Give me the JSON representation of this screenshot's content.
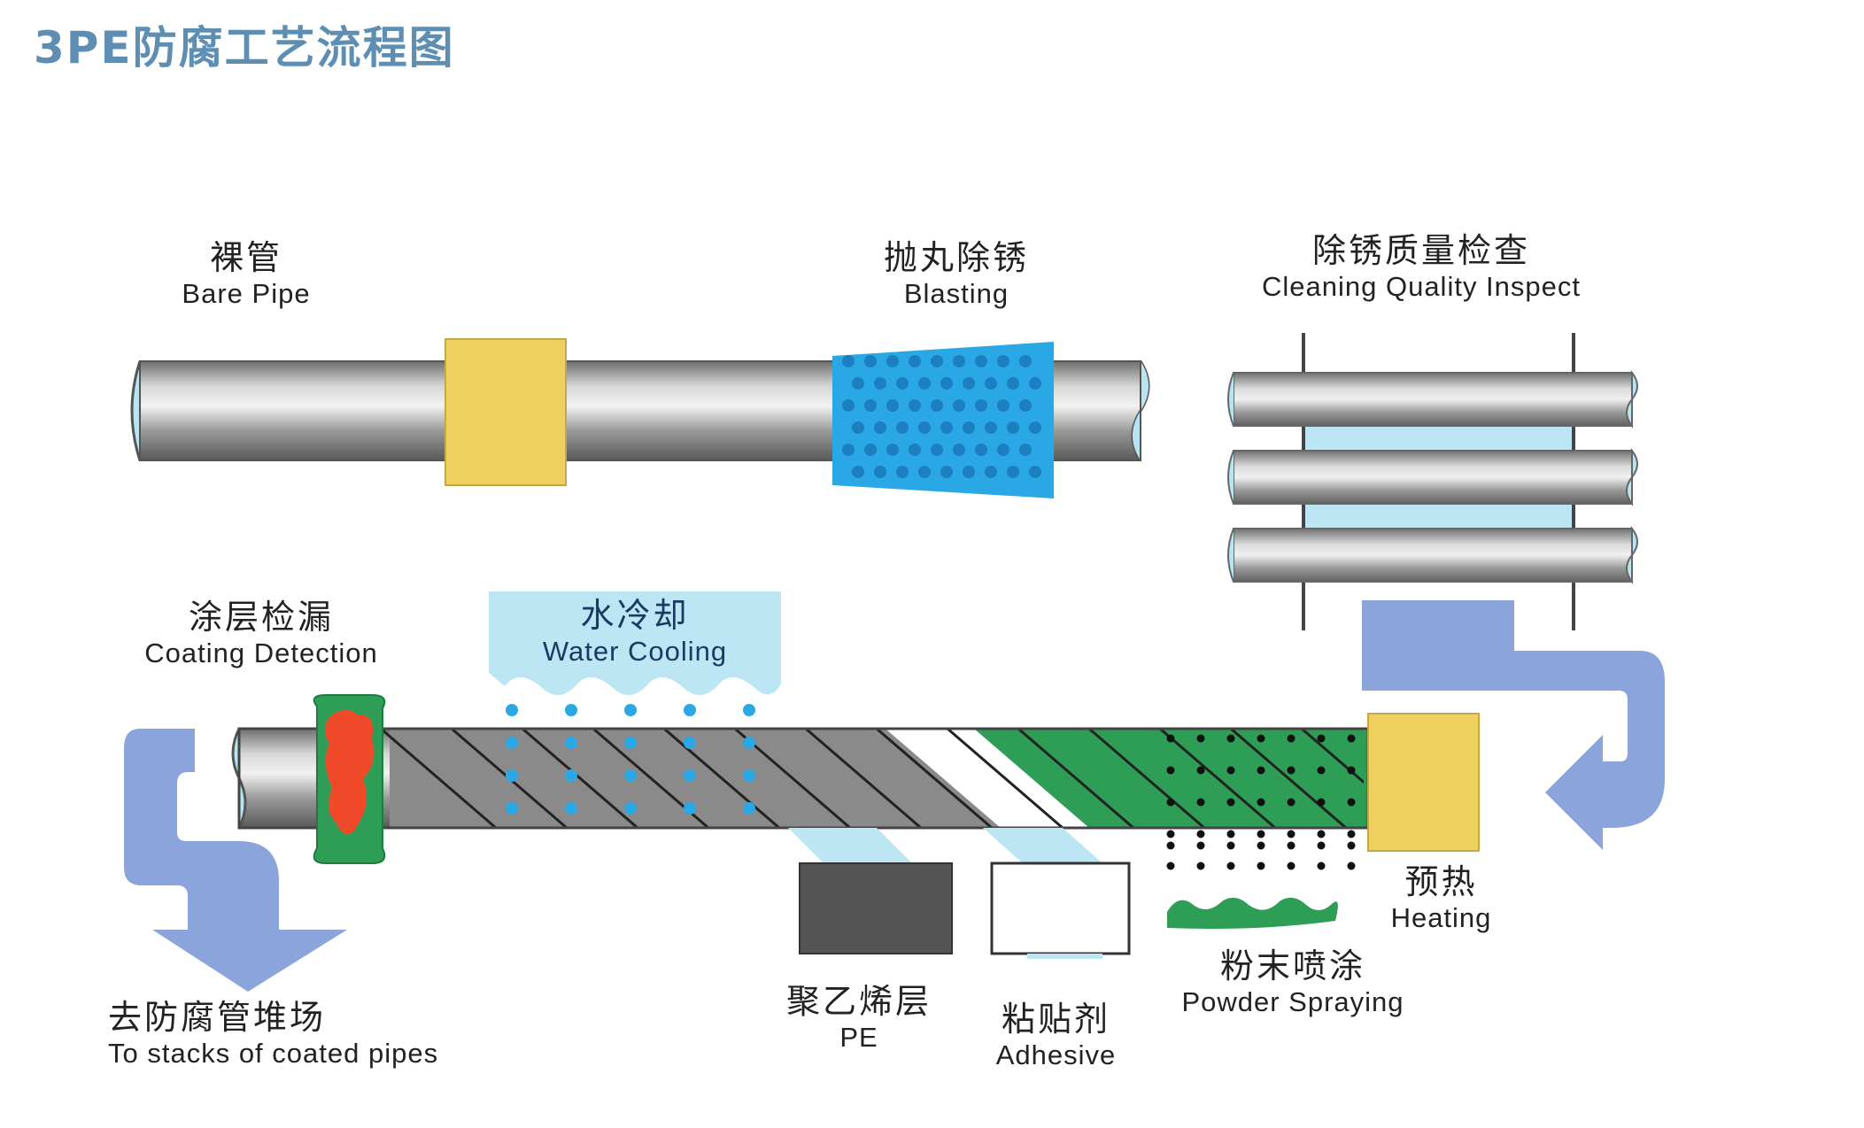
{
  "title": "3PE防腐工艺流程图",
  "steps": {
    "bare_pipe": {
      "zh": "裸管",
      "en": "Bare Pipe"
    },
    "blasting": {
      "zh": "抛丸除锈",
      "en": "Blasting"
    },
    "cleaning_inspect": {
      "zh": "除锈质量检查",
      "en": "Cleaning Quality Inspect"
    },
    "coating_detection": {
      "zh": "涂层检漏",
      "en": "Coating Detection"
    },
    "water_cooling": {
      "zh": "水冷却",
      "en": "Water Cooling"
    },
    "heating": {
      "zh": "预热",
      "en": "Heating"
    },
    "powder_spraying": {
      "zh": "粉末喷涂",
      "en": "Powder Spraying"
    },
    "adhesive": {
      "zh": "粘贴剂",
      "en": "Adhesive"
    },
    "pe": {
      "zh": "聚乙烯层",
      "en": "PE"
    },
    "to_stacks": {
      "zh": "去防腐管堆场",
      "en": "To stacks of coated pipes"
    }
  },
  "colors": {
    "title": "#5e8fb3",
    "pipe_gray": "#9a9a9a",
    "heater_yellow": "#f0d060",
    "blast_blue": "#2aa8e6",
    "inspect_cyan": "#bde6f4",
    "arrow_blue": "#8ca4dc",
    "fbe_green": "#2e9e56",
    "pe_dark": "#4a4a4a",
    "detect_red": "#f04a2a",
    "water_light": "#b9e4f2"
  }
}
